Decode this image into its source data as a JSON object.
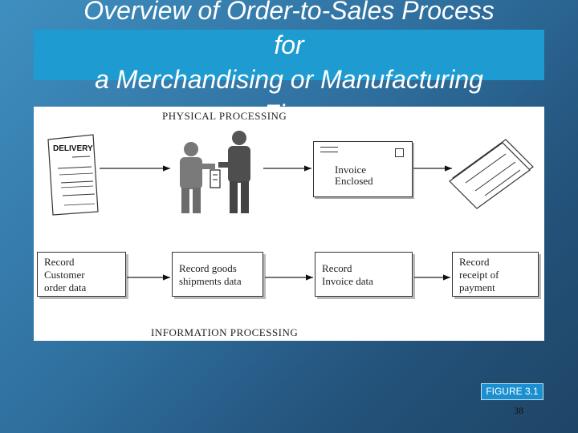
{
  "slide": {
    "title_lines": [
      "Overview of Order-to-Sales Process",
      "for",
      "a Merchandising or Manufacturing",
      "Firm"
    ],
    "figure_label": "FIGURE 3.1",
    "page_number": "38"
  },
  "diagram": {
    "physical_heading": "PHYSICAL PROCESSING",
    "information_heading": "INFORMATION PROCESSING",
    "delivery_form_title": "DELIVERY",
    "envelope_text": "Invoice\nEnclosed",
    "info_boxes": [
      "Record\nCustomer\norder data",
      "Record goods\nshipments data",
      "Record\nInvoice data",
      "Record\nreceipt of\npayment"
    ]
  },
  "colors": {
    "background_light": "#3f8fc0",
    "background_dark": "#1f4566",
    "title_band": "#1e9bd0",
    "badge": "#1c8fd0"
  },
  "icons": [
    "delivery-form-icon",
    "salespeople-handshake-icon",
    "invoice-envelope-icon",
    "checks-icon"
  ]
}
